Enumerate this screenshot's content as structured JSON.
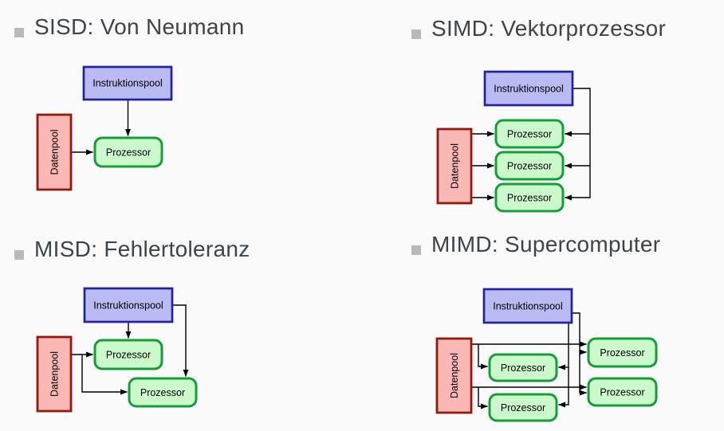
{
  "slide": {
    "background": "#fafafa",
    "title_color": "#3c444c",
    "bullet_color": "#b9b9b9"
  },
  "sections": [
    {
      "id": "sisd",
      "title": "SISD: Von Neumann"
    },
    {
      "id": "simd",
      "title": "SIMD: Vektorprozessor"
    },
    {
      "id": "misd",
      "title": "MISD: Fehlertoleranz"
    },
    {
      "id": "mimd",
      "title": "MIMD: Supercomputer"
    }
  ],
  "labels": {
    "instruction_pool": "Instruktionspool",
    "data_pool": "Datenpool",
    "processor": "Prozessor"
  },
  "colors": {
    "instruction_box_fill": "#bbbbf3",
    "instruction_box_border": "#2121a3",
    "data_box_fill": "#f9b8b4",
    "data_box_border": "#96180a",
    "processor_box_fill": "#ccf9cc",
    "processor_box_border": "#149e38",
    "connector": "#000000"
  }
}
